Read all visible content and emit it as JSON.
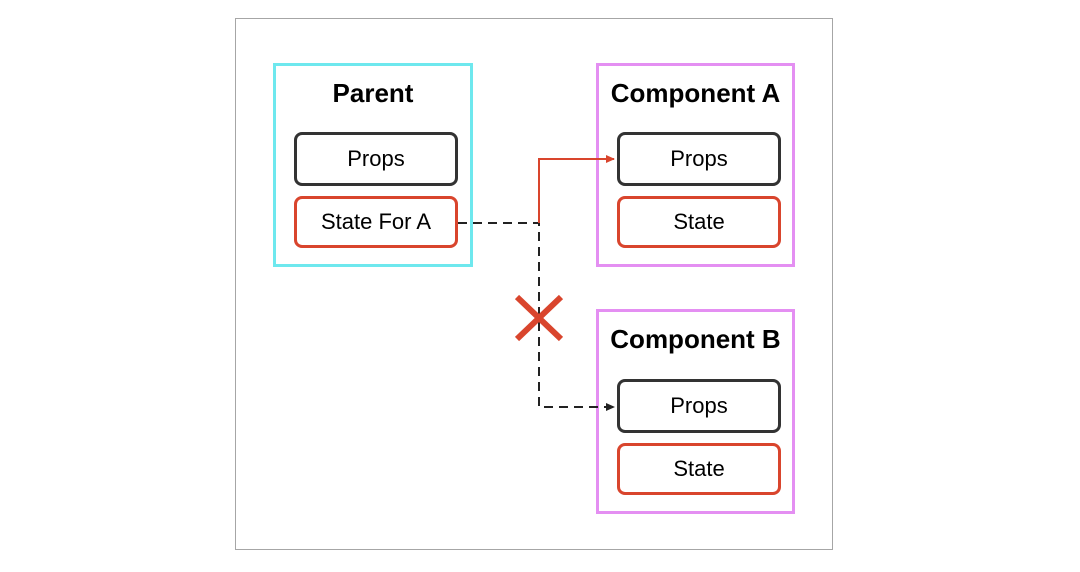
{
  "colors": {
    "parent_border": "#6ee8ee",
    "component_border": "#e48ff2",
    "props_border": "#333333",
    "state_border": "#d9452d",
    "arrow_valid": "#d9452d",
    "arrow_invalid": "#222222",
    "cross": "#d9452d"
  },
  "parent": {
    "title": "Parent",
    "props_label": "Props",
    "state_label": "State For A"
  },
  "component_a": {
    "title": "Component A",
    "props_label": "Props",
    "state_label": "State"
  },
  "component_b": {
    "title": "Component B",
    "props_label": "Props",
    "state_label": "State"
  },
  "connections": [
    {
      "from": "parent.state",
      "to": "component_a.props",
      "style": "solid",
      "allowed": true
    },
    {
      "from": "parent.state",
      "to": "component_b.props",
      "style": "dashed",
      "allowed": false
    }
  ]
}
